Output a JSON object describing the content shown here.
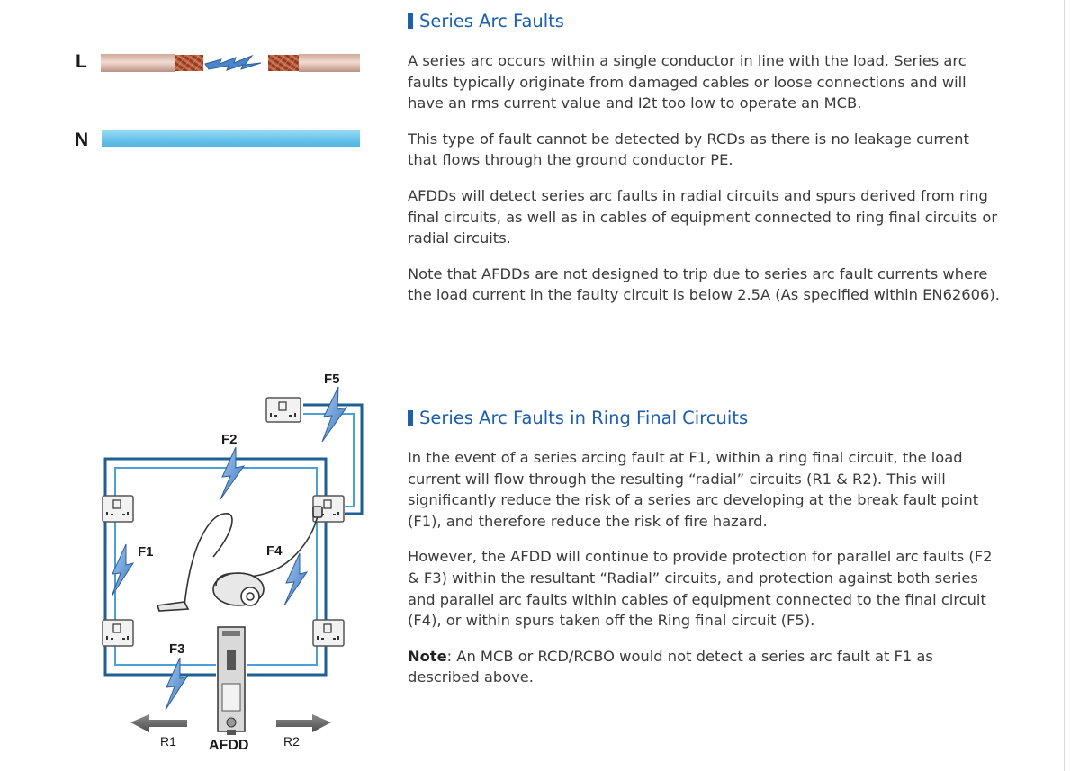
{
  "conductor_figure": {
    "line_label": "L",
    "neutral_label": "N"
  },
  "section_series": {
    "title": "Series Arc Faults",
    "paragraphs": [
      "A series arc occurs within a single conductor in line with the load. Series arc faults typically originate from damaged cables or loose connections and will have an rms current value and I2t too low to operate an MCB.",
      "This type of fault cannot be detected by RCDs as there is no leakage current that flows through the ground conductor PE.",
      "AFDDs will detect series arc faults in radial circuits and spurs derived from ring final circuits, as well as in cables of equipment connected to ring final circuits or radial circuits.",
      "Note that AFDDs are not designed to trip due to series arc fault currents where the load current in the faulty circuit is below 2.5A (As specified within EN62606)."
    ]
  },
  "section_ring": {
    "title": "Series Arc Faults in Ring Final Circuits",
    "paragraphs": [
      "In the event of a series arcing fault at F1, within a ring final circuit, the load current will flow through the resulting “radial” circuits (R1 & R2). This will significantly reduce the risk of a series arc developing at the break fault point (F1), and therefore reduce the risk of fire hazard.",
      "However, the AFDD will continue to provide protection for parallel arc faults (F2 & F3) within the resultant “Radial” circuits, and protection against both series and parallel arc faults within cables of equipment connected to the final circuit (F4), or within spurs taken off the Ring final circuit (F5)."
    ],
    "note_label": "Note",
    "note_text": ": An MCB or RCD/RCBO would not detect a series arc fault at F1 as described above."
  },
  "ring_diagram": {
    "faults": [
      "F1",
      "F2",
      "F3",
      "F4",
      "F5"
    ],
    "radial_left": "R1",
    "radial_right": "R2",
    "device_label": "AFDD"
  },
  "colors": {
    "accent_blue": "#1b5fae",
    "ring_wire_dark": "#1e5f94",
    "ring_wire_light": "#4d9fd6",
    "neutral_wire": "#7ccdee",
    "copper": "#b5543a",
    "insulation": "#d8b4a6",
    "arc_blue": "#4a86c8"
  },
  "icons": [
    "lightning-bolt-icon",
    "double-socket-icon",
    "vacuum-cleaner-icon",
    "arrow-left-icon",
    "arrow-right-icon"
  ]
}
